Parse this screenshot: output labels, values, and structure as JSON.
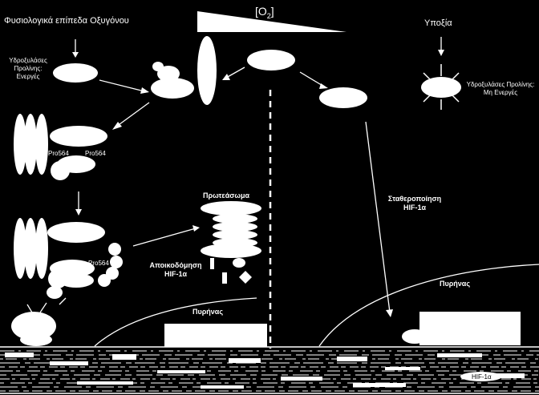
{
  "texts": {
    "physiological_oxygen": "Φυσιολογικά επίπεδα Οξυγόνου",
    "o2_symbol": "[O",
    "o2_subscript": "2",
    "o2_close": "]",
    "hypoxia": "Υποξία",
    "hydroxylases_active": [
      "Υδροξυλάσες",
      "Προλίνης:",
      "Ενεργές"
    ],
    "hydroxylases_inactive": [
      "Υδροξυλάσες Προλίνης:",
      "Μη Ενεργές"
    ],
    "proteasome": "Πρωτεάσωμα",
    "degradation": [
      "Αποικοδόμηση",
      "HIF-1α"
    ],
    "stabilization": [
      "Σταθεροποίηση",
      "HIF-1α"
    ],
    "nucleus_left": "Πυρήνας",
    "nucleus_right": "Πυρήνας",
    "pro_label": "Pro",
    "pro564_a": "Pro564",
    "pro564_b": "Pro564",
    "hif_bottom": "HIF-1α"
  },
  "colors": {
    "background": "#000000",
    "foreground": "#ffffff"
  }
}
